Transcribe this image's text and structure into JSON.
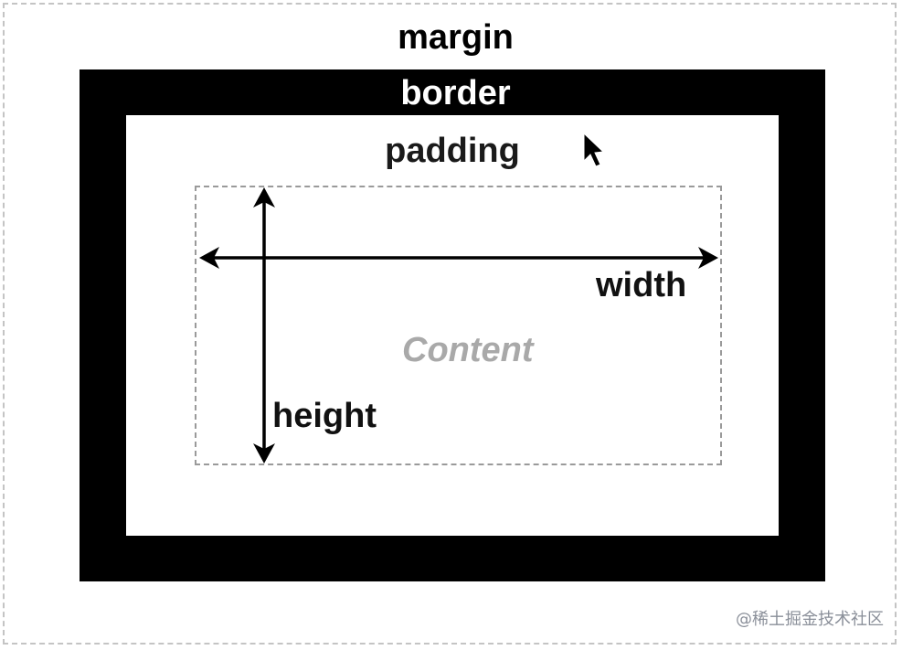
{
  "diagram": {
    "margin_label": "margin",
    "border_label": "border",
    "padding_label": "padding",
    "content_label": "Content",
    "width_label": "width",
    "height_label": "height"
  },
  "watermark": {
    "text": "@稀土掘金技术社区"
  },
  "colors": {
    "border_fill": "#000000",
    "content_text": "#a9a9a9",
    "dashed_outline": "#9a9a9a"
  },
  "icons": {
    "cursor": "mouse-pointer-icon"
  }
}
